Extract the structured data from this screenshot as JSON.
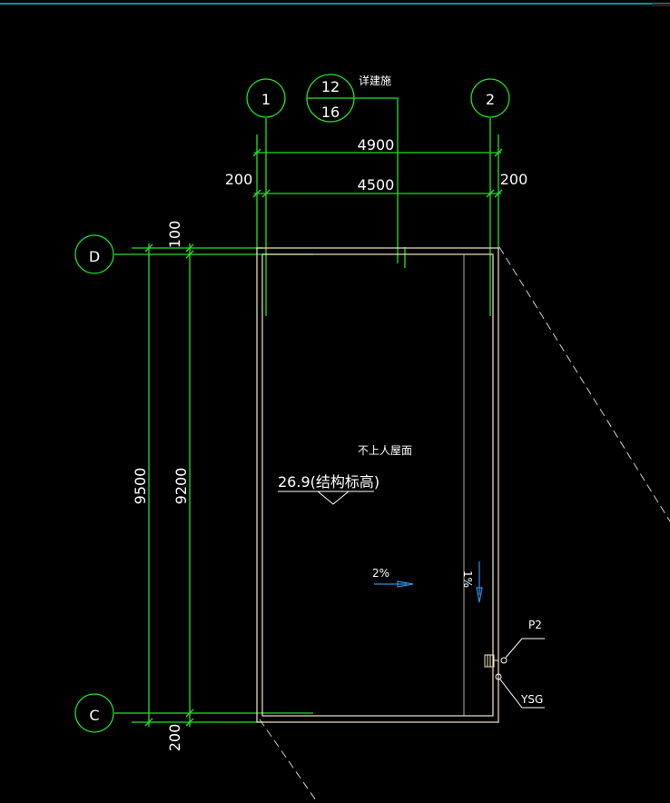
{
  "colors": {
    "background": "#000000",
    "grid_line": "#22e022",
    "wall": "#f2e6bf",
    "text": "#ffffff",
    "arrow": "#2e8fe0",
    "frame": "#00c8c8"
  },
  "axes": {
    "axis_1": "1",
    "axis_2": "2",
    "axis_d": "D",
    "axis_c": "C"
  },
  "detail_ref": {
    "top": "12",
    "bottom": "16",
    "note": "详建施"
  },
  "dimensions": {
    "total_width": "4900",
    "clear_width": "4500",
    "left_offset": "200",
    "right_offset": "200",
    "top_offset": "100",
    "total_height": "9500",
    "clear_height": "9200",
    "bottom_offset": "200"
  },
  "roof": {
    "label": "不上人屋面",
    "elevation": "26.9(结构标高)",
    "slope_main": "2%",
    "slope_side": "1%"
  },
  "pipes": {
    "p2": "P2",
    "ysg": "YSG"
  }
}
